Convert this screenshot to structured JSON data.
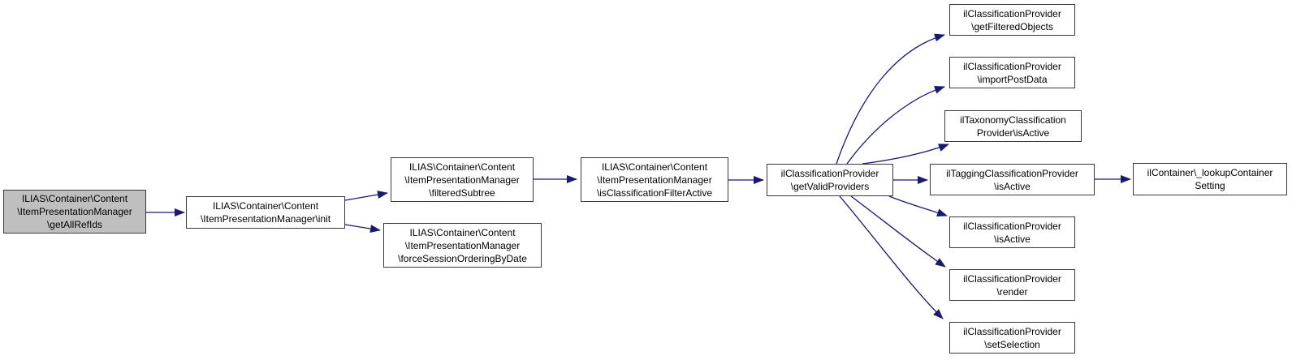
{
  "diagram": {
    "type": "call-graph",
    "background_color": "#ffffff",
    "edge_color": "#191970",
    "node_border_color": "#3a3a3a",
    "node_fill_color": "#ffffff",
    "highlight_fill_color": "#bfbfbf",
    "nodes": {
      "getAllRefIds": {
        "label": "ILIAS\\Container\\Content\n\\ItemPresentationManager\n\\getAllRefIds",
        "highlighted": true
      },
      "init": {
        "label": "ILIAS\\Container\\Content\n\\ItemPresentationManager\\init",
        "highlighted": false
      },
      "filteredSubtree": {
        "label": "ILIAS\\Container\\Content\n\\ItemPresentationManager\n\\filteredSubtree",
        "highlighted": false
      },
      "forceSessionOrderingByDate": {
        "label": "ILIAS\\Container\\Content\n\\ItemPresentationManager\n\\forceSessionOrderingByDate",
        "highlighted": false
      },
      "isClassificationFilterActive": {
        "label": "ILIAS\\Container\\Content\n\\ItemPresentationManager\n\\isClassificationFilterActive",
        "highlighted": false
      },
      "getValidProviders": {
        "label": "ilClassificationProvider\n\\getValidProviders",
        "highlighted": false
      },
      "getFilteredObjects": {
        "label": "ilClassificationProvider\n\\getFilteredObjects",
        "highlighted": false
      },
      "importPostData": {
        "label": "ilClassificationProvider\n\\importPostData",
        "highlighted": false
      },
      "taxonomyIsActive": {
        "label": "ilTaxonomyClassification\nProvider\\isActive",
        "highlighted": false
      },
      "taggingIsActive": {
        "label": "ilTaggingClassificationProvider\n\\isActive",
        "highlighted": false
      },
      "classificationIsActive": {
        "label": "ilClassificationProvider\n\\isActive",
        "highlighted": false
      },
      "render": {
        "label": "ilClassificationProvider\n\\render",
        "highlighted": false
      },
      "setSelection": {
        "label": "ilClassificationProvider\n\\setSelection",
        "highlighted": false
      },
      "lookupContainerSetting": {
        "label": "ilContainer\\_lookupContainer\nSetting",
        "highlighted": false
      }
    },
    "edges": [
      {
        "from": "getAllRefIds",
        "to": "init"
      },
      {
        "from": "init",
        "to": "filteredSubtree"
      },
      {
        "from": "init",
        "to": "forceSessionOrderingByDate"
      },
      {
        "from": "filteredSubtree",
        "to": "isClassificationFilterActive"
      },
      {
        "from": "isClassificationFilterActive",
        "to": "getValidProviders"
      },
      {
        "from": "getValidProviders",
        "to": "getFilteredObjects"
      },
      {
        "from": "getValidProviders",
        "to": "importPostData"
      },
      {
        "from": "getValidProviders",
        "to": "taxonomyIsActive"
      },
      {
        "from": "getValidProviders",
        "to": "taggingIsActive"
      },
      {
        "from": "getValidProviders",
        "to": "classificationIsActive"
      },
      {
        "from": "getValidProviders",
        "to": "render"
      },
      {
        "from": "getValidProviders",
        "to": "setSelection"
      },
      {
        "from": "taggingIsActive",
        "to": "lookupContainerSetting"
      }
    ]
  }
}
